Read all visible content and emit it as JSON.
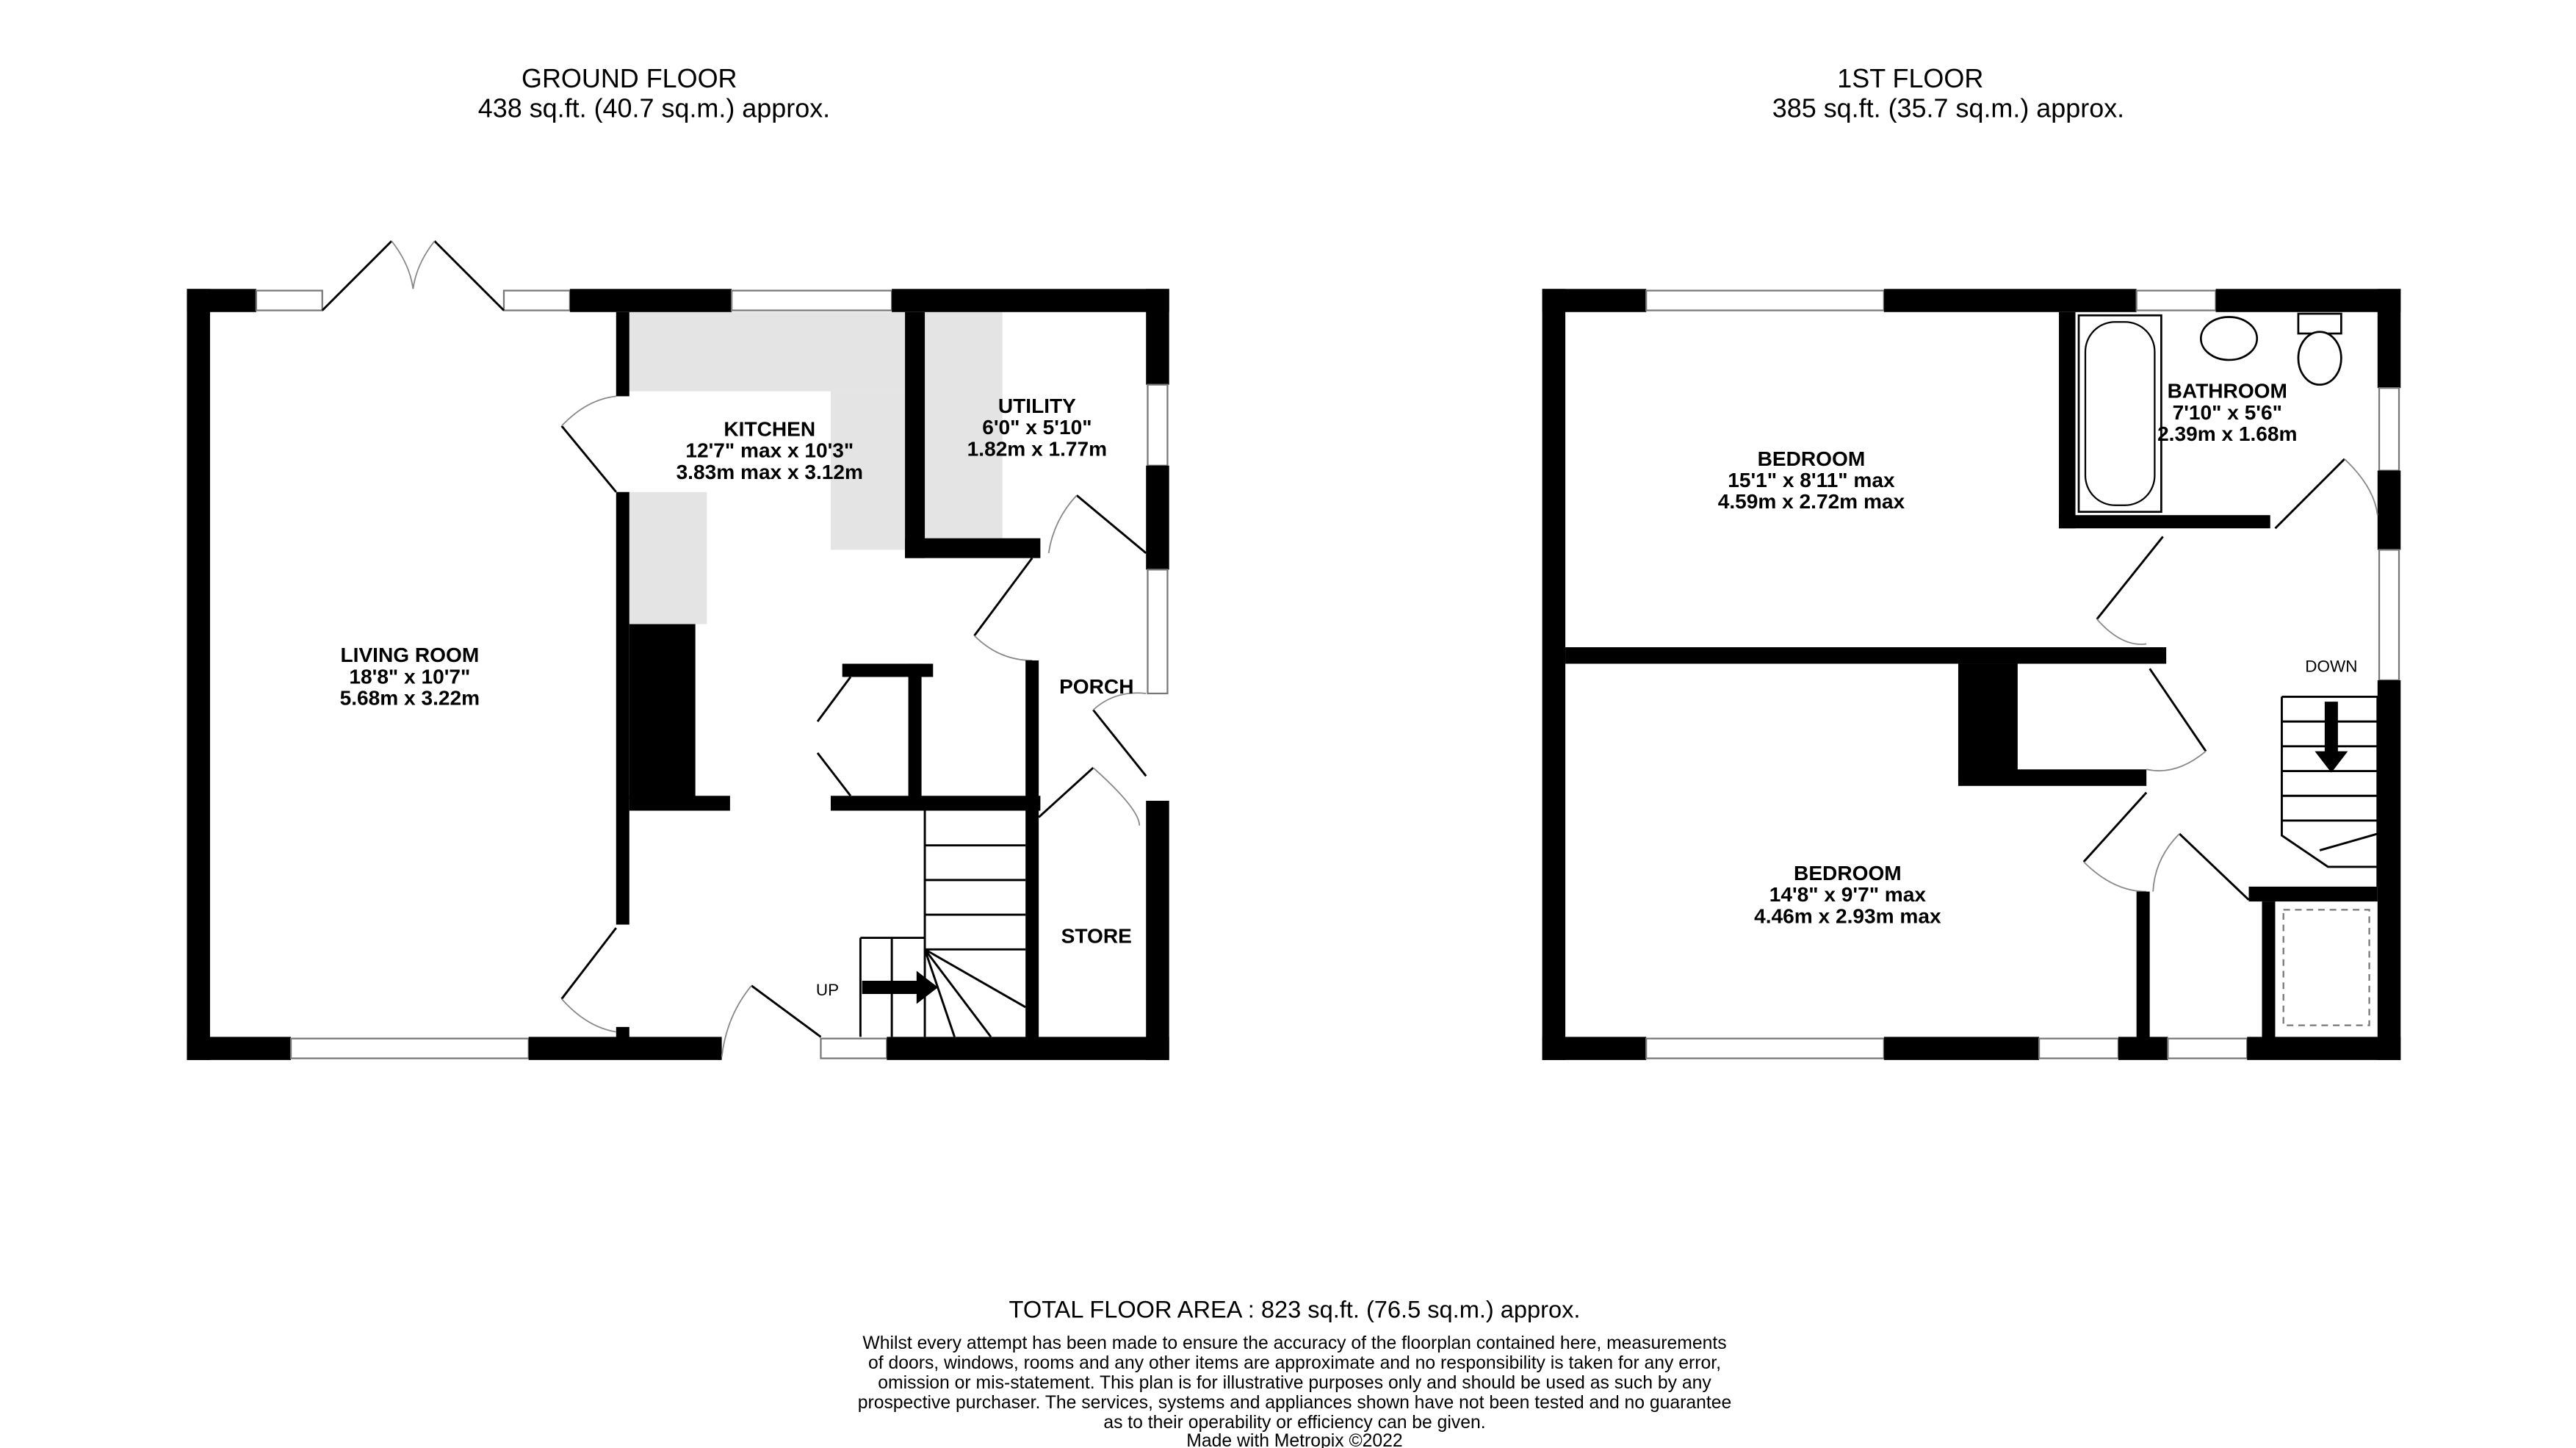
{
  "ground_floor": {
    "title": "GROUND FLOOR",
    "area": "438 sq.ft. (40.7 sq.m.) approx.",
    "rooms": [
      {
        "name": "LIVING ROOM",
        "imperial": "18'8\"  x 10'7\"",
        "metric": "5.68m  x 3.22m"
      },
      {
        "name": "KITCHEN",
        "imperial": "12'7\" max x 10'3\"",
        "metric": "3.83m max x 3.12m"
      },
      {
        "name": "UTILITY",
        "imperial": "6'0\"  x 5'10\"",
        "metric": "1.82m  x 1.77m"
      },
      {
        "name": "PORCH"
      },
      {
        "name": "STORE"
      }
    ],
    "stairs_label": "UP"
  },
  "first_floor": {
    "title": "1ST FLOOR",
    "area": "385 sq.ft. (35.7 sq.m.) approx.",
    "rooms": [
      {
        "name": "BEDROOM",
        "imperial": "15'1\"  x 8'11\" max",
        "metric": "4.59m  x 2.72m max"
      },
      {
        "name": "BATHROOM",
        "imperial": "7'10\"  x 5'6\"",
        "metric": "2.39m  x 1.68m"
      },
      {
        "name": "BEDROOM",
        "imperial": "14'8\"  x 9'7\" max",
        "metric": "4.46m  x 2.93m max"
      }
    ],
    "stairs_label": "DOWN"
  },
  "footer": {
    "total": "TOTAL FLOOR AREA : 823 sq.ft. (76.5 sq.m.) approx.",
    "disclaimer": [
      "Whilst every attempt has been made to ensure the accuracy of the floorplan contained here, measurements",
      "of doors, windows, rooms and any other items are approximate and no responsibility is taken for any error,",
      "omission or mis-statement. This plan is for illustrative purposes only and should be used as such by any",
      "prospective purchaser. The services, systems and appliances shown have not been tested and no guarantee",
      "as to their operability or efficiency can be given."
    ],
    "credit": "Made with Metropix ©2022"
  }
}
